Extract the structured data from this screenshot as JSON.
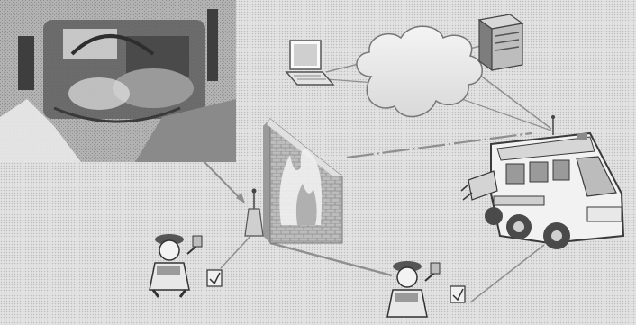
{
  "diagram": {
    "nodes": [
      {
        "id": "vehicle-engine-photo",
        "icon": "engine-photo"
      },
      {
        "id": "laptop",
        "icon": "laptop-icon"
      },
      {
        "id": "internet",
        "icon": "cloud-icon"
      },
      {
        "id": "server",
        "icon": "server-icon"
      },
      {
        "id": "building",
        "icon": "burning-building-icon"
      },
      {
        "id": "relay-antenna",
        "icon": "antenna-icon"
      },
      {
        "id": "fire-truck",
        "icon": "fire-truck-icon"
      },
      {
        "id": "firefighter-1",
        "icon": "firefighter-icon"
      },
      {
        "id": "firefighter-2",
        "icon": "firefighter-icon"
      }
    ],
    "links": [
      {
        "from": "vehicle-engine-photo",
        "to": "relay-antenna",
        "type": "arrow"
      },
      {
        "from": "laptop",
        "to": "internet",
        "type": "wireless"
      },
      {
        "from": "internet",
        "to": "server",
        "type": "wireless"
      },
      {
        "from": "internet",
        "to": "fire-truck",
        "type": "wireless"
      },
      {
        "from": "building",
        "to": "fire-truck",
        "type": "wireless"
      },
      {
        "from": "relay-antenna",
        "to": "firefighter-1",
        "type": "wireless"
      },
      {
        "from": "relay-antenna",
        "to": "firefighter-2",
        "type": "wireless"
      },
      {
        "from": "firefighter-2",
        "to": "fire-truck",
        "type": "wireless"
      }
    ]
  },
  "colors": {
    "background": "#dcdcdc",
    "ink": "#3a3a3a",
    "photo": "#6e6e6e",
    "truck_body": "#f2f2f2"
  }
}
